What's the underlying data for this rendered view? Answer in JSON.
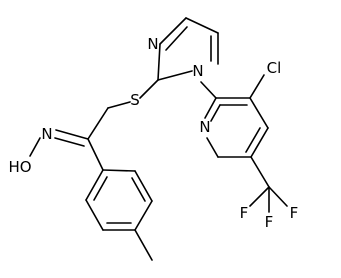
{
  "molecule": {
    "atom_labels": {
      "N_imidazole_top": "N",
      "N_imidazole_ring": "N",
      "S_thioether": "S",
      "Cl": "Cl",
      "N_pyridine": "N",
      "N_oxime": "N",
      "HO": "HO",
      "F_left": "F",
      "F_right": "F",
      "F_bottom": "F"
    }
  },
  "colors": {
    "bond": "#000000",
    "label": "#000000",
    "background": "#ffffff"
  }
}
